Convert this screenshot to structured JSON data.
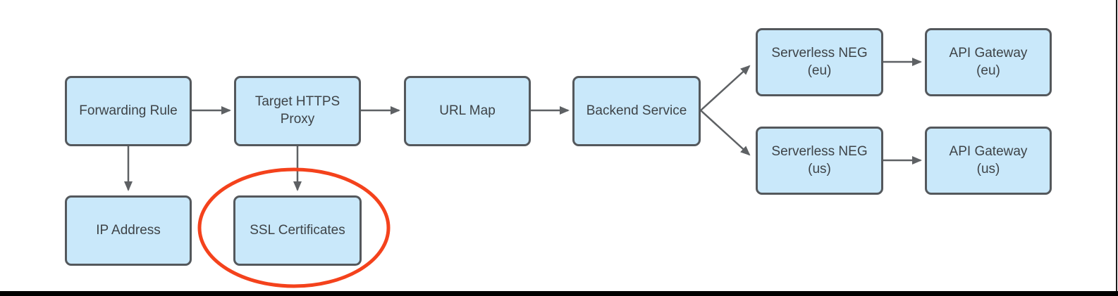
{
  "colors": {
    "node-fill": "#C9E8FA",
    "node-border": "#54585C",
    "node-text": "#3E4347",
    "arrow-color": "#5E6164",
    "highlight": "#F4421C",
    "bottom-bar": "#000000",
    "edge-line": "#1B1B1B"
  },
  "nodes": {
    "forwarding_rule": {
      "label": "Forwarding Rule"
    },
    "target_https_proxy": {
      "label": "Target HTTPS\nProxy"
    },
    "url_map": {
      "label": "URL Map"
    },
    "backend_service": {
      "label": "Backend Service"
    },
    "serverless_neg_eu": {
      "label": "Serverless NEG\n(eu)"
    },
    "api_gateway_eu": {
      "label": "API Gateway\n(eu)"
    },
    "serverless_neg_us": {
      "label": "Serverless NEG\n(us)"
    },
    "api_gateway_us": {
      "label": "API Gateway\n(us)"
    },
    "ip_address": {
      "label": "IP Address"
    },
    "ssl_certificates": {
      "label": "SSL Certificates"
    }
  },
  "edges": [
    {
      "from": "Forwarding Rule",
      "to": "Target HTTPS Proxy"
    },
    {
      "from": "Forwarding Rule",
      "to": "IP Address"
    },
    {
      "from": "Target HTTPS Proxy",
      "to": "URL Map"
    },
    {
      "from": "Target HTTPS Proxy",
      "to": "SSL Certificates"
    },
    {
      "from": "URL Map",
      "to": "Backend Service"
    },
    {
      "from": "Backend Service",
      "to": "Serverless NEG (eu)"
    },
    {
      "from": "Backend Service",
      "to": "Serverless NEG (us)"
    },
    {
      "from": "Serverless NEG (eu)",
      "to": "API Gateway (eu)"
    },
    {
      "from": "Serverless NEG (us)",
      "to": "API Gateway (us)"
    }
  ],
  "annotations": {
    "highlighted_node": "SSL Certificates",
    "highlight_shape": "ellipse"
  }
}
